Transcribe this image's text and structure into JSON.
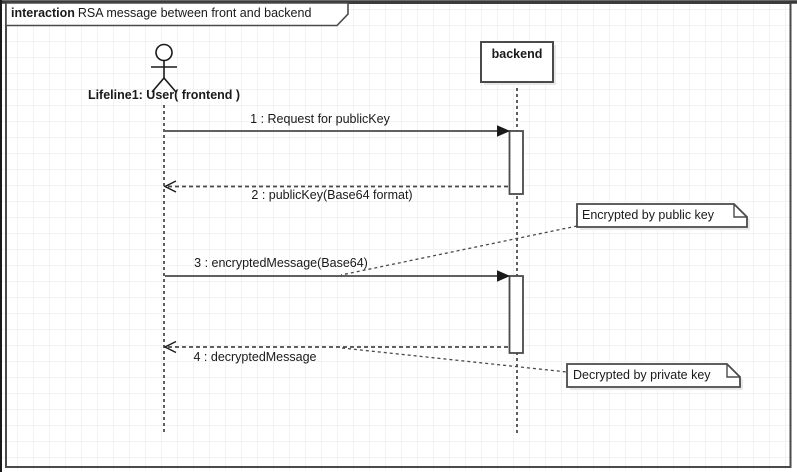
{
  "frame": {
    "keyword": "interaction",
    "title": "RSA message between front and backend"
  },
  "participants": {
    "user": {
      "label": "Lifeline1: User( frontend )",
      "type": "actor"
    },
    "backend": {
      "label": "backend",
      "type": "object"
    }
  },
  "messages": [
    {
      "label": "1 : Request for publicKey",
      "kind": "solid-arrow"
    },
    {
      "label": "2 : publicKey(Base64 format)",
      "kind": "dashed-return"
    },
    {
      "label": "3 : encryptedMessage(Base64)",
      "kind": "solid-arrow"
    },
    {
      "label": "4 : decryptedMessage",
      "kind": "dashed-return"
    }
  ],
  "notes": [
    {
      "text": "Encrypted by public key"
    },
    {
      "text": "Decrypted by private key"
    }
  ],
  "colors": {
    "stroke": "#4a4a4a",
    "text": "#1a1a1a",
    "grid_line": "#f2f2f2",
    "shadow": "#e8e8e8",
    "fill": "#ffffff"
  }
}
